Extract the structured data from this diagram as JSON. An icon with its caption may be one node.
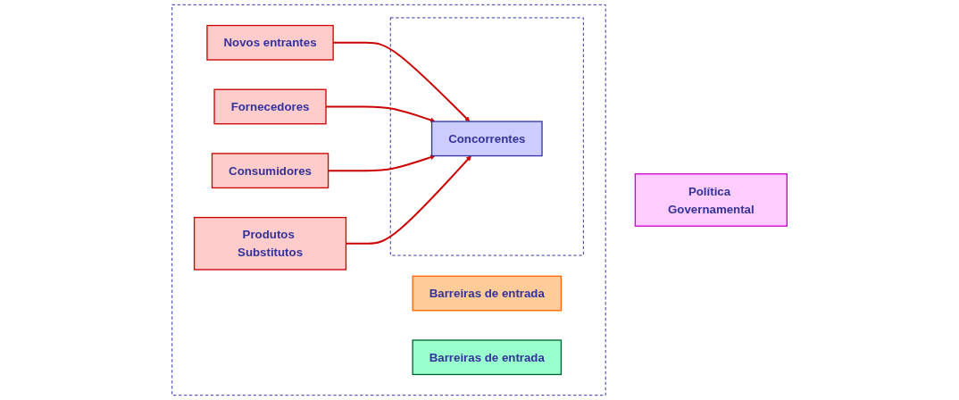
{
  "diagram": {
    "nodes": [
      {
        "text": [],
        "shape": "box"
      },
      {
        "text": [
          "Novos entrantes"
        ],
        "in": 0
      },
      {
        "text": [],
        "shape": "box",
        "in": 0
      },
      {
        "text": [
          "Barreiras de entrada"
        ],
        "in": 0
      },
      {
        "text": [
          "Fornecedores"
        ],
        "in": 0
      },
      {
        "text": [
          "Concorrentes"
        ],
        "in": 2
      },
      {
        "text": [
          "Consumidores"
        ],
        "in": 0
      },
      {
        "text": [
          "Barreiras de entrada"
        ],
        "in": 0
      },
      {
        "text": [
          "Produtos Substitutos"
        ],
        "in": 0
      },
      {
        "text": [
          "Política Governamental"
        ]
      }
    ],
    "edges": [
      {
        "from": 1,
        "to": 5,
        "arrow": "to"
      },
      {
        "from": 4,
        "to": 5,
        "arrow": "to"
      },
      {
        "from": 6,
        "to": 5,
        "arrow": "to"
      },
      {
        "from": 8,
        "to": 5,
        "arrow": "to"
      }
    ]
  }
}
